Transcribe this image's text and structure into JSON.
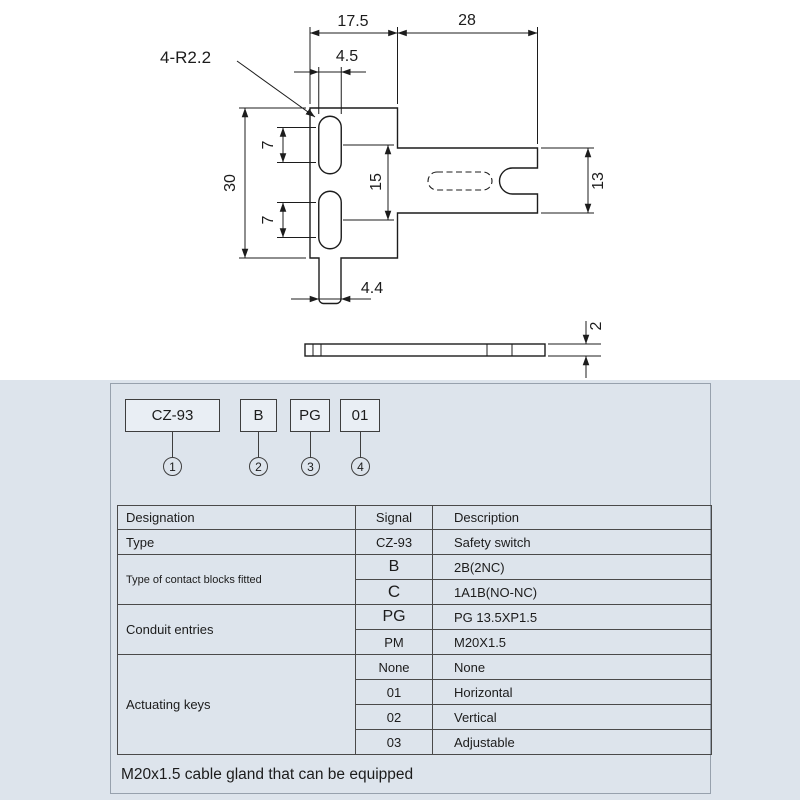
{
  "drawing": {
    "dims": {
      "plate_width": "17.5",
      "arm_length": "28",
      "radius_callout": "4-R2.2",
      "slot_width": "4.5",
      "plate_height": "30",
      "slot_length_top": "7",
      "slot_length_bottom": "7",
      "slot_spacing": "15",
      "arm_width": "13",
      "tab_width": "4.4",
      "thickness": "2"
    }
  },
  "designation": {
    "boxes": [
      {
        "label": "CZ-93",
        "num": "1"
      },
      {
        "label": "B",
        "num": "2"
      },
      {
        "label": "PG",
        "num": "3"
      },
      {
        "label": "01",
        "num": "4"
      }
    ]
  },
  "table": {
    "headers": {
      "designation": "Designation",
      "signal": "Signal",
      "description": "Description"
    },
    "groups": [
      {
        "designation": "Type",
        "rows": [
          {
            "signal": "CZ-93",
            "description": "Safety switch"
          }
        ]
      },
      {
        "designation": "Type of contact blocks fitted",
        "rows": [
          {
            "signal": "B",
            "description": "2B(2NC)"
          },
          {
            "signal": "C",
            "description": "1A1B(NO-NC)"
          }
        ]
      },
      {
        "designation": "Conduit entries",
        "rows": [
          {
            "signal": "PG",
            "description": "PG 13.5XP1.5"
          },
          {
            "signal": "PM",
            "description": "M20X1.5"
          }
        ]
      },
      {
        "designation": "Actuating keys",
        "rows": [
          {
            "signal": "None",
            "description": "None"
          },
          {
            "signal": "01",
            "description": "Horizontal"
          },
          {
            "signal": "02",
            "description": "Vertical"
          },
          {
            "signal": "03",
            "description": "Adjustable"
          }
        ]
      }
    ]
  },
  "caption": "M20x1.5 cable gland that can be equipped",
  "colors": {
    "panel_bg": "#dde4ec",
    "line": "#1c1c1c"
  }
}
